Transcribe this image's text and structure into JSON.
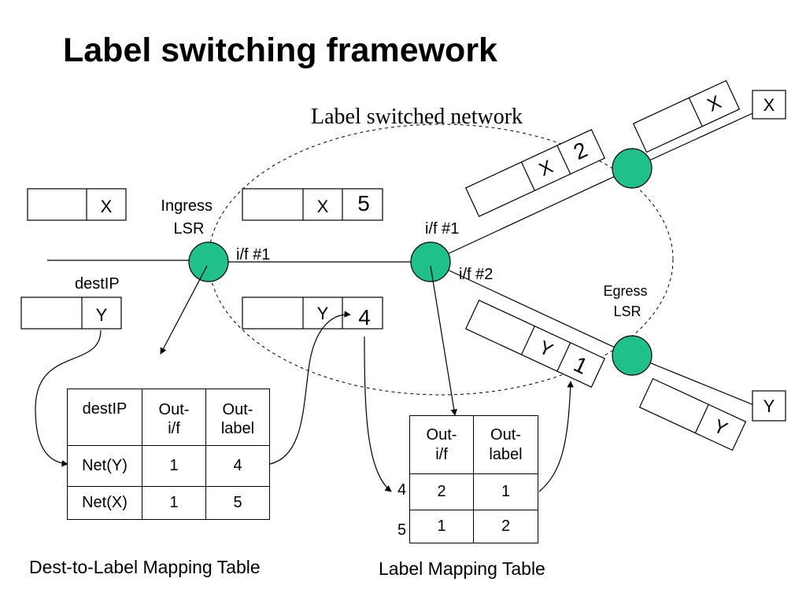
{
  "title": "Label switching framework",
  "network_label": "Label switched network",
  "routers": {
    "ingress": "Ingress\nLSR",
    "egress": "Egress\nLSR",
    "node_color": "#1fc08a"
  },
  "interfaces": {
    "ingress_if1": "i/f #1",
    "core_if1": "i/f #1",
    "core_if2": "i/f #2"
  },
  "dest_ip_label": "destIP",
  "packets": {
    "incoming_x": "X",
    "incoming_y": "Y",
    "ingress_out_x": {
      "dest": "X",
      "label": "5"
    },
    "ingress_out_y": {
      "dest": "Y",
      "label": "4"
    },
    "core_out_x": {
      "dest": "X",
      "label": "2"
    },
    "core_out_y": {
      "dest": "Y",
      "label": "1"
    },
    "egress_x": {
      "dest": "X"
    },
    "egress_y": {
      "dest": "Y"
    },
    "exit_x": "X",
    "exit_y": "Y"
  },
  "dest_table": {
    "headers": [
      "destIP",
      "Out-\ni/f",
      "Out-\nlabel"
    ],
    "rows": [
      [
        "Net(Y)",
        "1",
        "4"
      ],
      [
        "Net(X)",
        "1",
        "5"
      ]
    ],
    "caption": "Dest-to-Label Mapping Table"
  },
  "label_table": {
    "headers": [
      "Out-\ni/f",
      "Out-\nlabel"
    ],
    "row_labels": [
      "4",
      "5"
    ],
    "rows": [
      [
        "2",
        "1"
      ],
      [
        "1",
        "2"
      ]
    ],
    "caption": "Label Mapping Table"
  }
}
